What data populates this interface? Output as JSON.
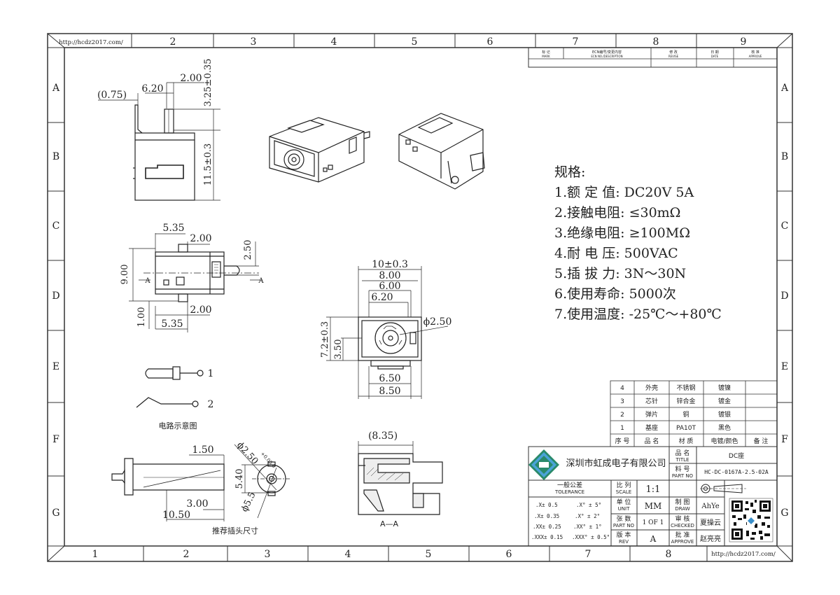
{
  "border": {
    "url_top": "http://hcdz2017.com/",
    "url_bottom": "http://hcdz2017.com/",
    "cols_top": [
      "2",
      "3",
      "4",
      "5",
      "6",
      "7",
      "8",
      "9"
    ],
    "cols_bottom": [
      "1",
      "2",
      "3",
      "4",
      "5",
      "6",
      "7",
      "8"
    ],
    "rows": [
      "A",
      "B",
      "C",
      "D",
      "E",
      "F",
      "G"
    ]
  },
  "revision_header": {
    "c1": "标 记",
    "c1e": "MARK",
    "c2": "ECN编号/变更内容",
    "c2e": "ECN NO./DESCRIPTION",
    "c3": "修 改",
    "c3e": "REVISE",
    "c4": "日 期",
    "c4e": "DATE",
    "c5": "核 准",
    "c5e": "APPROVE"
  },
  "dims": {
    "top_075": "(0.75)",
    "top_620": "6.20",
    "top_200": "2.00",
    "top_325": "3.25±0.35",
    "top_115": "11.5±0.3",
    "mid_535": "5.35",
    "mid_200": "2.00",
    "mid_250": "2.50",
    "mid_900": "9.00",
    "mid_A": "A",
    "mid_100": "1.00",
    "mid_200b": "2.00",
    "mid_535b": "5.35",
    "f_1003": "10±0.3",
    "f_800": "8.00",
    "f_600": "6.00",
    "f_620": "6.20",
    "f_250": "ϕ2.50",
    "f_723": "7.2±0.3",
    "f_350": "3.50",
    "f_650": "6.50",
    "f_850": "8.50",
    "s_835": "(8.35)",
    "s_AA": "A—A",
    "p_150": "1.50",
    "p_250": "ϕ2.50",
    "p_tol": "+0.05 0",
    "p_540": "5.40",
    "p_55": "ϕ5.5",
    "p_300": "3.00",
    "p_1050": "10.50"
  },
  "circuit": {
    "p1": "1",
    "p2": "2",
    "caption": "电路示意图"
  },
  "plug_caption": "推荐插头尺寸",
  "specs": {
    "title": "规格:",
    "items": [
      "1.额 定 值: DC20V 5A",
      "2.接触电阻: ≤30mΩ",
      "3.绝缘电阻: ≥100MΩ",
      "4.耐 电 压: 500VAC",
      "5.插 拔 力: 3N～30N",
      "6.使用寿命: 5000次",
      "7.使用温度: -25℃～+80℃"
    ]
  },
  "bom": {
    "rows": [
      [
        "4",
        "外壳",
        "不锈钢",
        "镀镍",
        ""
      ],
      [
        "3",
        "芯针",
        "锌合金",
        "镀金",
        ""
      ],
      [
        "2",
        "弹片",
        "铜",
        "镀银",
        ""
      ],
      [
        "1",
        "基座",
        "PA10T",
        "黑色",
        ""
      ]
    ],
    "header": [
      "序 号",
      "品 名",
      "材 质",
      "电镀/颜色",
      "备 注"
    ]
  },
  "title_block": {
    "company": "深圳市虹成电子有限公司",
    "name_label": "品 名",
    "name_label_en": "TITLE",
    "name_value": "DC座",
    "part_label": "料 号",
    "part_label_en": "PART NO",
    "part_value": "HC-DC-0167A-2.5-02A",
    "tol_label": "一般公差",
    "tol_label_en": "TOLERANCE",
    "tol_rows": [
      [
        ".X± 0.5",
        ".X° ± 5°"
      ],
      [
        ".X± 0.35",
        ".X° ± 2°"
      ],
      [
        ".XX± 0.25",
        ".XX° ± 1°"
      ],
      [
        ".XXX± 0.15",
        ".XXX° ± 0.5°"
      ]
    ],
    "scale_label": "比 列",
    "scale_label_en": "SCALE",
    "scale_value": "1:1",
    "unit_label": "单 位",
    "unit_label_en": "UNIT",
    "unit_value": "MM",
    "sheet_label": "张 数",
    "sheet_label_en": "PART NO",
    "sheet_value": "1 OF 1",
    "rev_label": "版 本",
    "rev_label_en": "REV",
    "rev_value": "A",
    "draw_label": "制 图",
    "draw_label_en": "DRAW",
    "draw_value": "AhYe",
    "check_label": "审 核",
    "check_label_en": "CHECKED",
    "check_value": "夏操云",
    "approve_label": "批 准",
    "approve_label_en": "APPROVE",
    "approve_value": "赵亮亮"
  }
}
